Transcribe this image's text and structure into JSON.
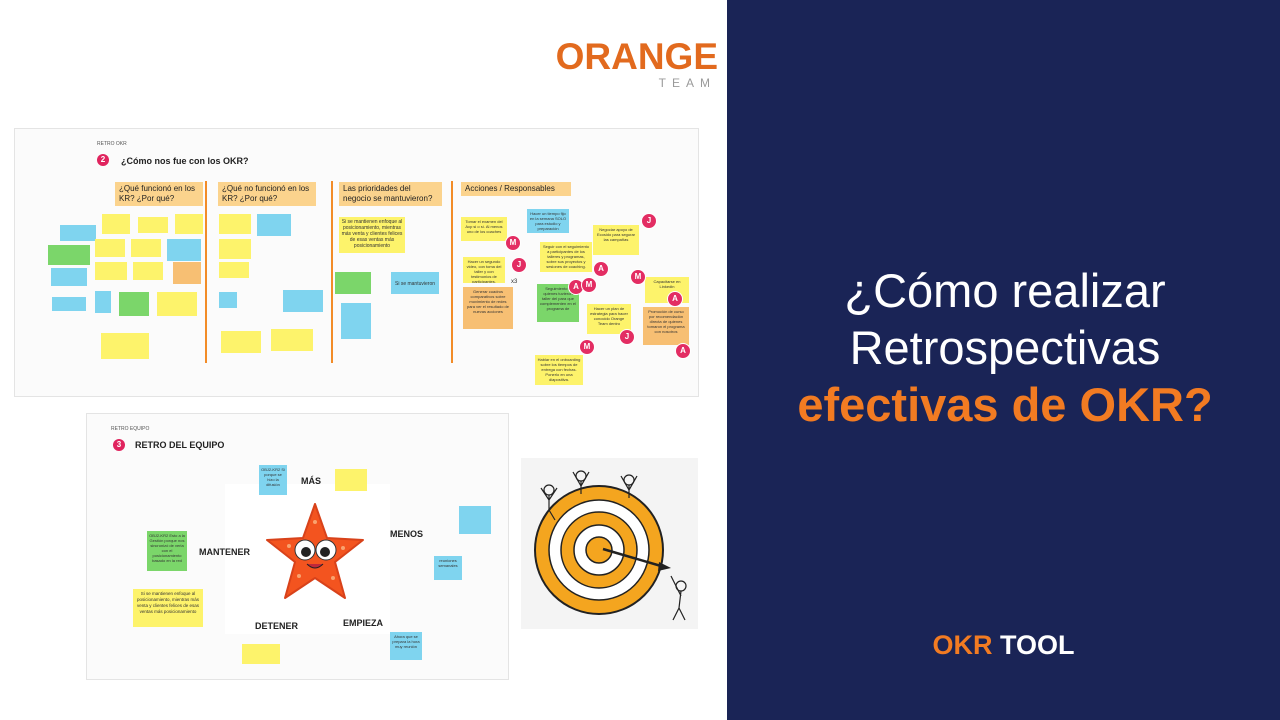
{
  "brand": {
    "name": "ORANGE",
    "sub": "TEAM"
  },
  "headline": {
    "line1": "¿Cómo realizar",
    "line2": "Retrospectivas",
    "line3": "efectivas de OKR?"
  },
  "tool": {
    "part1": "OKR",
    "part2": "TOOL"
  },
  "board_okr": {
    "tag": "RETRO OKR",
    "step": "2",
    "title": "¿Cómo nos fue con los OKR?",
    "columns": [
      "¿Qué funcionó en los KR? ¿Por qué?",
      "¿Qué no funcionó en los KR? ¿Por qué?",
      "Las prioridades del negocio se mantuvieron?",
      "Acciones / Responsables"
    ],
    "notes": {
      "c2a": "Si se mantienen enfoque al posicionamiento, mientras más venta y clientes felices de esas ventas más posicionamiento",
      "c2b": "Si se mantuvieron",
      "c3a": "Tomar el examen del Acp si o sí. Al menos uno de los coaches",
      "c3b": "Hacer un tiempo fijo en la semana SOLO para estudio y preparación",
      "c3c": "Seguir con el seguimiento a participantes de los talleres y programas, sobre sus proyectos y sesiones de coaching.",
      "c3d": "Hacer un segundo video, con toma del taller y con testimonios de participantes.",
      "c3e": "Generar cuadros comparativos sobre movimiento de redes para ver el resultado de nuevas acciones",
      "c3f": "Seguimiento a quienes tuvieron taller del para que complementen en el programa de",
      "c3g": "Hacer un plan de estrategia para hacer conocido Orange Team dentro",
      "c3h": "Negociar apoyo de Ecosido para segurar las campañas",
      "c3i": "Capacitarse en Linkedin",
      "c3j": "Promoción de curso por recomendación directa de quienes tomaron el programa con nosotros",
      "c3k": "Hablar en el onboarding sobre los tiempos de entrega con fechas. Ponerlo en una diapositiva.",
      "x3": "x3"
    },
    "avatars": [
      "J",
      "M",
      "J",
      "A",
      "A",
      "M",
      "M",
      "A",
      "J",
      "M",
      "A"
    ]
  },
  "board_team": {
    "tag": "RETRO EQUIPO",
    "step": "3",
    "title": "RETRO DEL EQUIPO",
    "quadrants": {
      "top": "MÁS",
      "left": "MANTENER",
      "right": "MENOS",
      "bottom_left": "DETENER",
      "bottom_right": "EMPIEZA"
    },
    "notes": {
      "n1": "OBJ2-KR2 Si porque se hizo la difusión",
      "n2": "OBJ2-KR2 Esto a la Gestión porque nos sincronizó de verla con el posicionamiento basado en la red",
      "n3": "Si se mantienen enfoque al posicionamiento, mientras más venta y clientes felices de esas ventas más posicionamiento",
      "n4": "reuniones semanales",
      "n5": "Ahora que se prepara la hora muy reunión"
    }
  },
  "colors": {
    "navy": "#1a2456",
    "orange": "#f27b22",
    "sticky_yellow": "#fdf36b",
    "sticky_green": "#7bd66a",
    "sticky_blue": "#7fd4ef"
  },
  "icons": {
    "starfish": "starfish-icon",
    "target": "target-icon"
  }
}
